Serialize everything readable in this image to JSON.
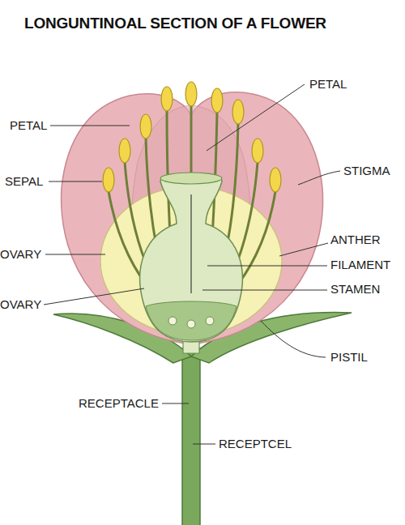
{
  "diagram": {
    "title": "LONGUNTINOAL SECTION OF A FLOWER",
    "labels": [
      "PETAL",
      "PETAL",
      "STIGMA",
      "SEPAL",
      "ANTHER",
      "OVARY",
      "FILAMENT",
      "OVARY",
      "STAMEN",
      "PISTIL",
      "RECEPTACLE",
      "RECEPTCEL"
    ]
  }
}
